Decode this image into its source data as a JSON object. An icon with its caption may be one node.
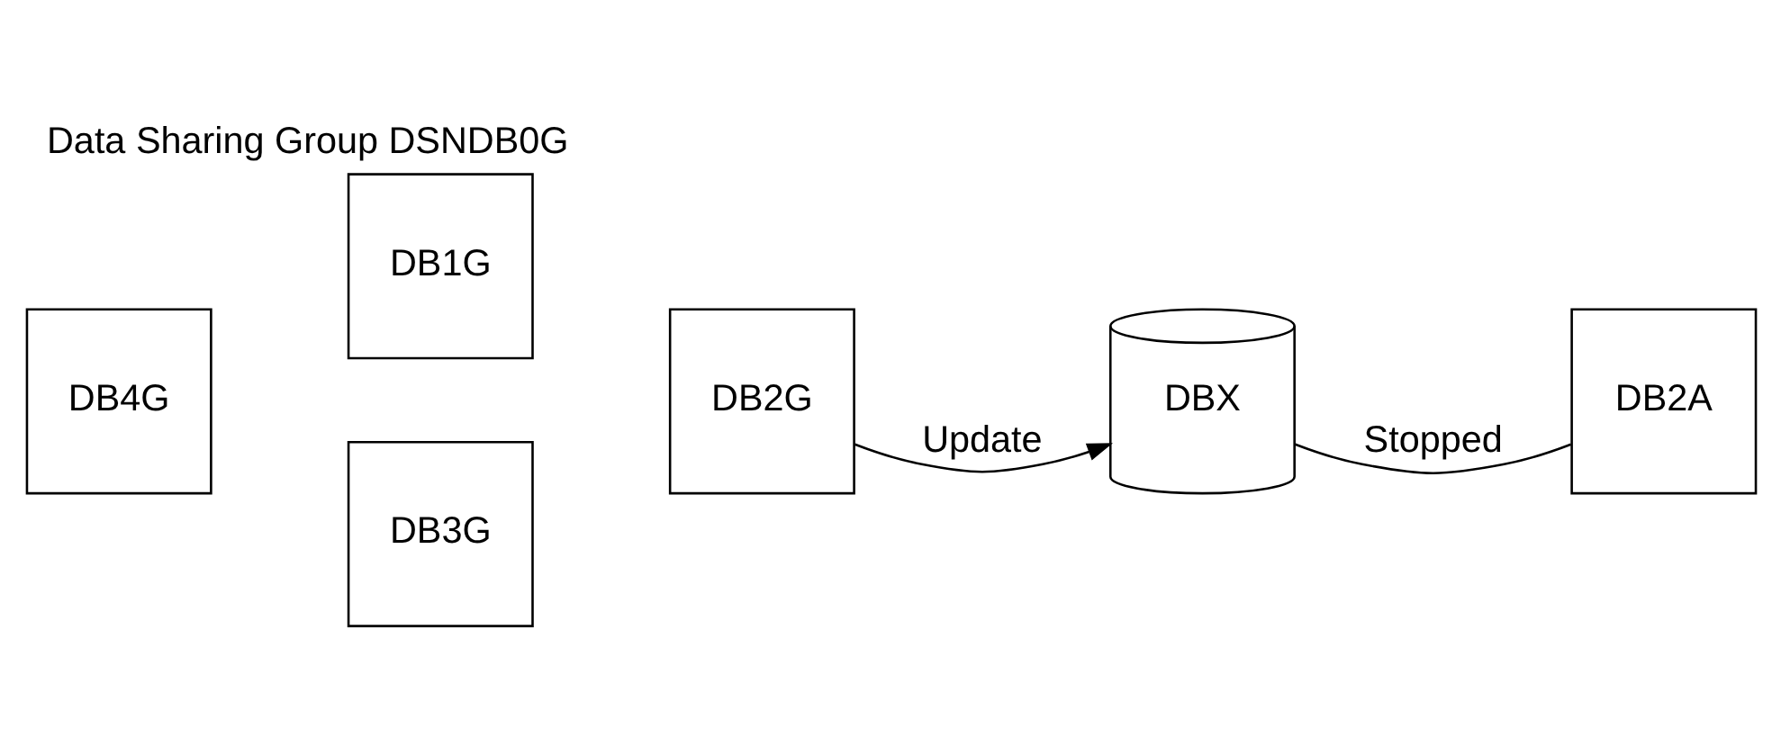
{
  "diagram": {
    "title": "Data Sharing Group DSNDB0G",
    "nodes": [
      {
        "text": [
          "DB1G"
        ]
      },
      {
        "text": [
          "DB4G"
        ]
      },
      {
        "text": [
          "DB2G"
        ]
      },
      {
        "text": [
          "DBX"
        ]
      },
      {
        "text": [
          "DB2A"
        ]
      },
      {
        "text": [
          "DB3G"
        ]
      }
    ],
    "edges": [
      {
        "from": 2,
        "to": 3,
        "label": "Update",
        "arrow": "to"
      },
      {
        "from": 3,
        "to": 4,
        "label": "Stopped",
        "arrow": "none"
      }
    ]
  }
}
